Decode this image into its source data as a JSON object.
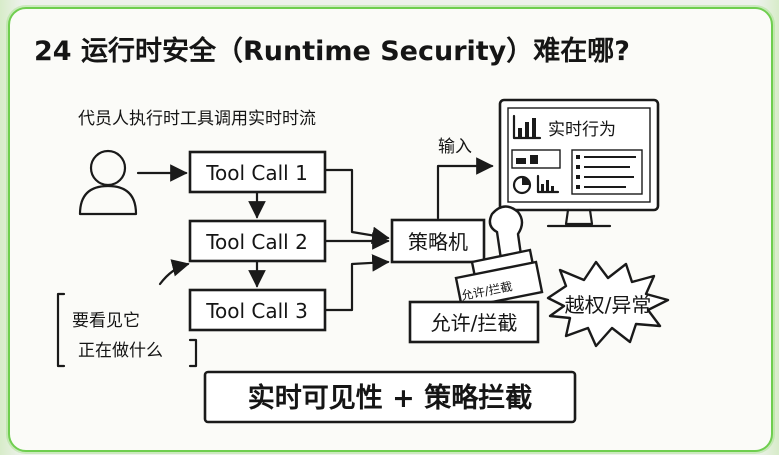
{
  "title": "24 运行时安全（Runtime Security）难在哪?",
  "subtitle": "代员人执行时工具调用实时时流",
  "tool_calls": [
    "Tool Call 1",
    "Tool Call 2",
    "Tool Call 3"
  ],
  "policy_engine": "策略机",
  "input_label": "输入",
  "monitor_title": "实时行为",
  "stamp_text": "允许/拦截",
  "allow_block_label": "允许/拦截",
  "burst_label": "越权/异常",
  "note_line1": "要看见它",
  "note_line2": "正在做什么",
  "bottom_banner": "实时可见性 + 策略拦截",
  "icons": [
    "user-icon",
    "bar-chart-icon",
    "pie-chart-icon",
    "stamp-icon"
  ],
  "colors": {
    "border_accent": "#6fce4f",
    "ink": "#1a1a1a",
    "paper": "#fbfbf8"
  }
}
